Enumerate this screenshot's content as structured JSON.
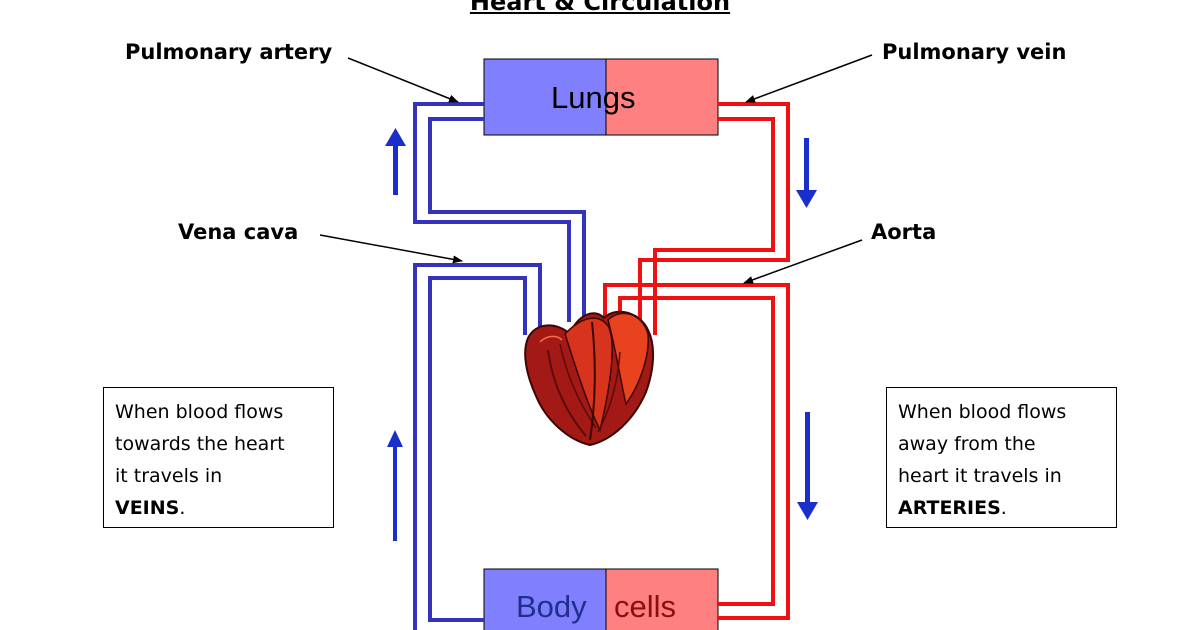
{
  "title": "Heart & Circulation",
  "labels": {
    "pulmonary_artery": "Pulmonary artery",
    "pulmonary_vein": "Pulmonary vein",
    "vena_cava": "Vena cava",
    "aorta": "Aorta"
  },
  "organs": {
    "lungs": "Lungs",
    "body_left": "Body",
    "body_right": "cells"
  },
  "notes": {
    "veins": {
      "line1": "When blood flows",
      "line2": "towards the heart",
      "line3": "it travels in",
      "keyword": "VEINS",
      "end": "."
    },
    "arteries": {
      "line1": "When blood flows",
      "line2": "away from the",
      "line3": "heart it travels in",
      "keyword": "ARTERIES",
      "end": "."
    }
  },
  "colors": {
    "deoxygenated": "#3333bb",
    "oxygenated": "#ee1111",
    "box_blue": "#8080ff",
    "box_red": "#ff8080",
    "arrow": "#1a2ecc",
    "heart": "#b01a16"
  },
  "icons": [
    "heart-icon",
    "flow-arrow-up",
    "flow-arrow-down"
  ]
}
